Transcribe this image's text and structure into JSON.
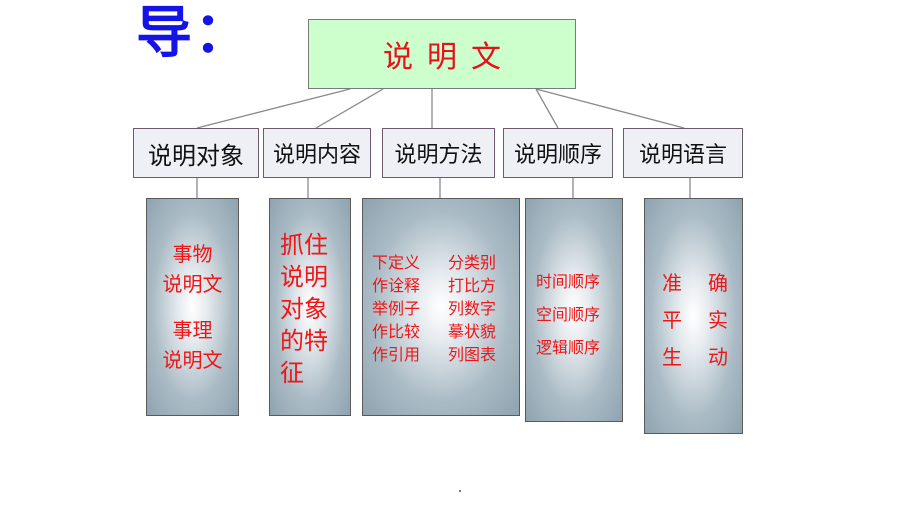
{
  "heading": "导：",
  "root": {
    "label": "说明文"
  },
  "categories": [
    {
      "label": "说明对象",
      "content": [
        "事物",
        "说明文",
        "",
        "事理",
        "说明文"
      ]
    },
    {
      "label": "说明内容",
      "content": [
        "抓住",
        "说明",
        "对象",
        "的特",
        "征"
      ]
    },
    {
      "label": "说明方法",
      "content": [
        [
          "下定义",
          "分类别"
        ],
        [
          "作诠释",
          "打比方"
        ],
        [
          "举例子",
          "列数字"
        ],
        [
          "作比较",
          "摹状貌"
        ],
        [
          "作引用",
          "列图表"
        ]
      ]
    },
    {
      "label": "说明顺序",
      "content": [
        "时间顺序",
        "空间顺序",
        "逻辑顺序"
      ]
    },
    {
      "label": "说明语言",
      "content": [
        [
          "准",
          "确"
        ],
        [
          "平",
          "实"
        ],
        [
          "生",
          "动"
        ]
      ]
    }
  ],
  "colors": {
    "heading": "#1414e6",
    "accent_text": "#e8101a",
    "root_fill": "#ccffcc",
    "category_fill": "#eef0f6",
    "box_edge": "#8ea3b0"
  }
}
